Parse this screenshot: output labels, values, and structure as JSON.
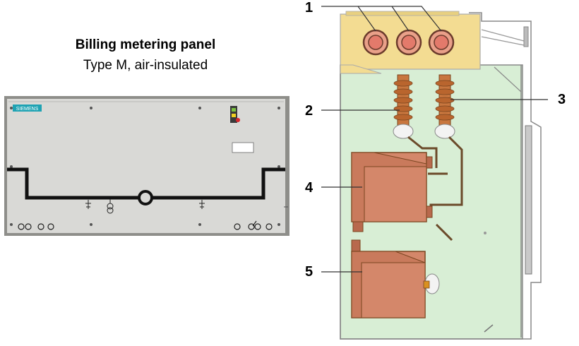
{
  "heading": {
    "title": "Billing metering panel",
    "subtitle": "Type M, air-insulated"
  },
  "front_panel": {
    "brand_badge": "SIEMENS"
  },
  "section_view": {
    "callouts": [
      "1",
      "2",
      "3",
      "4",
      "5"
    ]
  },
  "colors": {
    "panel_face": "#d9d9d6",
    "panel_frame": "#8e8e8a",
    "busbar_chamber": "#f3dc92",
    "compartment": "#d8eed5",
    "transformer": "#d4876a",
    "transformer_dark": "#b8694d",
    "insulator": "#c8763e",
    "brand_badge": "#1fa3b3"
  }
}
